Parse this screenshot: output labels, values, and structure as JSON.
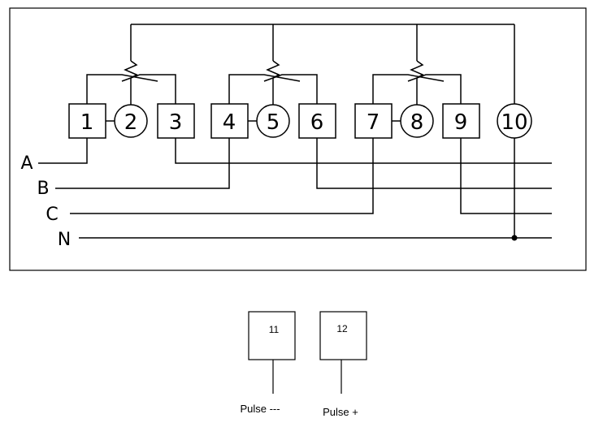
{
  "lines": [
    "A",
    "B",
    "C",
    "N"
  ],
  "terminals": [
    "1",
    "2",
    "3",
    "4",
    "5",
    "6",
    "7",
    "8",
    "9",
    "10"
  ],
  "pulse_terminals": [
    {
      "number": "11",
      "label": "Pulse ---"
    },
    {
      "number": "12",
      "label": "Pulse +"
    }
  ]
}
